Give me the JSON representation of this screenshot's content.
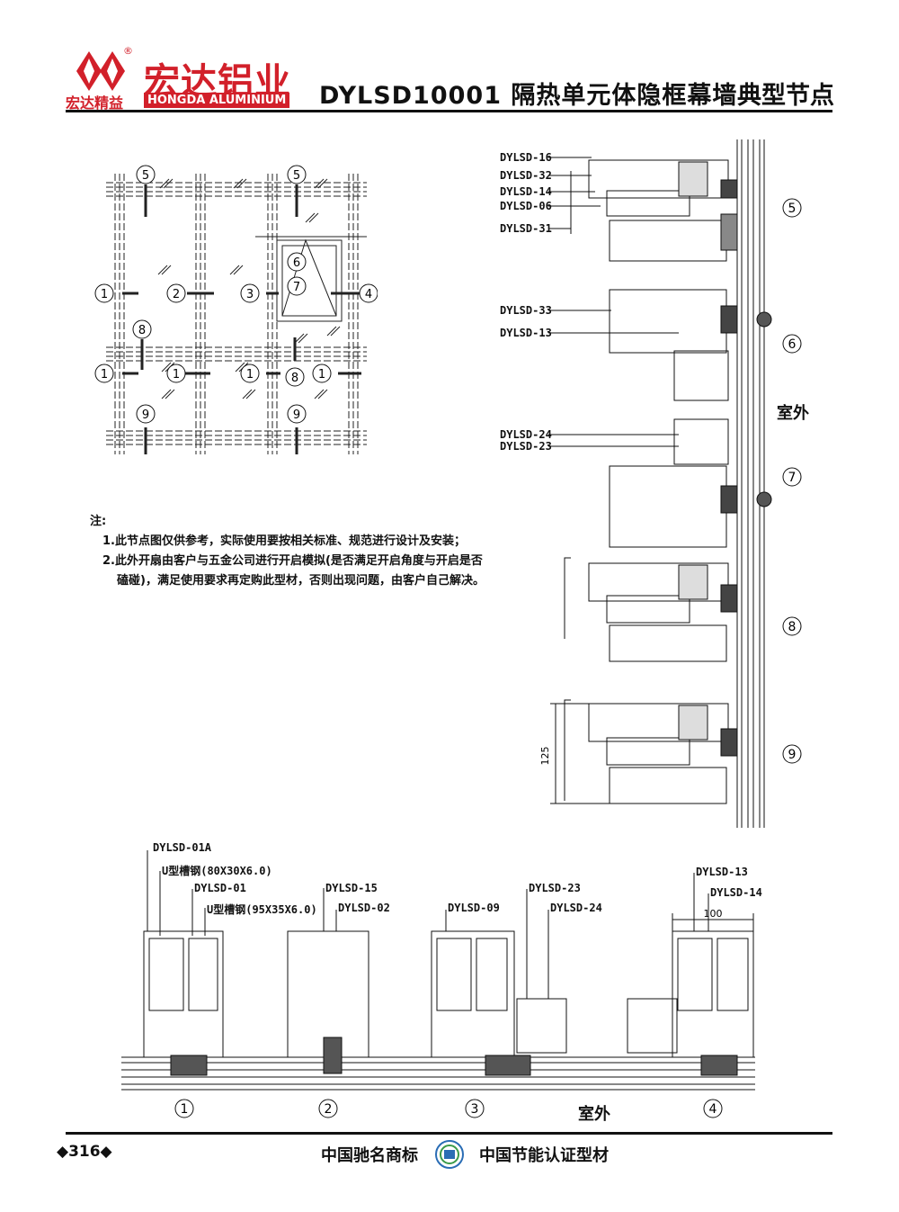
{
  "header": {
    "brand_cn": "宏达铝业",
    "brand_en": "HONGDA ALUMINIUM",
    "slogan": "宏达精益",
    "registered": "®",
    "doc_title": "DYLSD10001 隔热单元体隐框幕墙",
    "doc_type": "典型节点"
  },
  "elevation": {
    "markers_top": [
      "5",
      "5"
    ],
    "markers_mid": [
      "1",
      "2",
      "3",
      "4",
      "6",
      "7",
      "8"
    ],
    "markers_low": [
      "1",
      "1",
      "1",
      "8",
      "1"
    ],
    "markers_bottom": [
      "9",
      "9"
    ]
  },
  "notes": {
    "heading": "注:",
    "line1": "1.此节点图仅供参考，实际使用要按相关标准、规范进行设计及安装；",
    "line2": "2.此外开扇由客户与五金公司进行开启模拟(是否满足开启角度与开启是否",
    "line3": "磕碰)，满足使用要求再定购此型材，否则出现问题，由客户自己解决。"
  },
  "right_details": {
    "labels_5": [
      "DYLSD-16",
      "DYLSD-32",
      "DYLSD-14",
      "DYLSD-06",
      "DYLSD-31"
    ],
    "labels_6": [
      "DYLSD-33",
      "DYLSD-13"
    ],
    "labels_7": [
      "DYLSD-24",
      "DYLSD-23"
    ],
    "bubbles": [
      "5",
      "6",
      "7",
      "8",
      "9"
    ],
    "outside": "室外",
    "dim_125": "125"
  },
  "bottom_details": {
    "labels_1": [
      "DYLSD-01A",
      "U型槽钢(80X30X6.0)",
      "DYLSD-01",
      "U型槽钢(95X35X6.0)"
    ],
    "labels_2": [
      "DYLSD-15",
      "DYLSD-02"
    ],
    "labels_3": [
      "DYLSD-09",
      "DYLSD-23",
      "DYLSD-24"
    ],
    "labels_4": [
      "DYLSD-13",
      "DYLSD-14"
    ],
    "dim_100": "100",
    "bubbles": [
      "1",
      "2",
      "3",
      "4"
    ],
    "outside": "室外"
  },
  "footer": {
    "page": "◆316◆",
    "left": "中国驰名商标",
    "right": "中国节能认证型材"
  }
}
